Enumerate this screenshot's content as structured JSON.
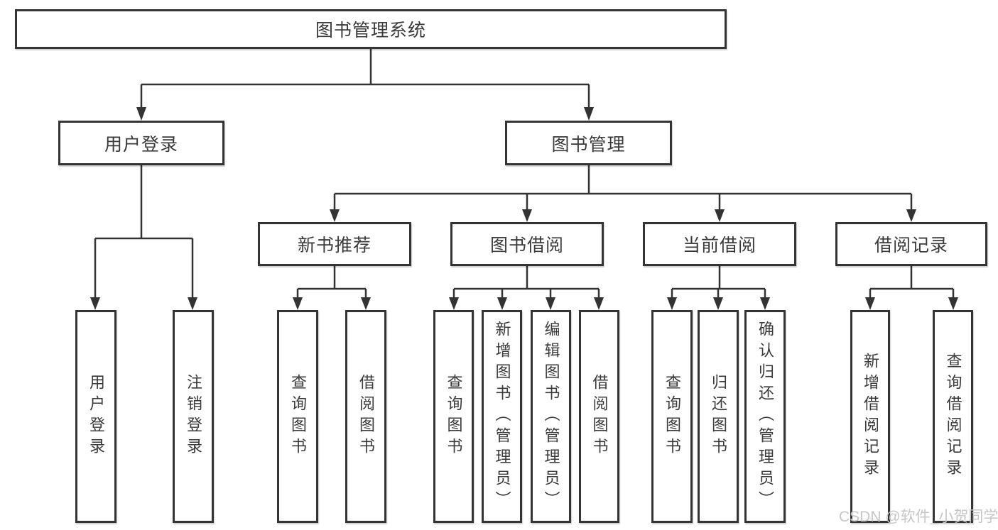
{
  "diagram": {
    "root": {
      "label": "图书管理系统"
    },
    "user_branch": {
      "label": "用户登录",
      "children": [
        "用户登录",
        "注销登录"
      ]
    },
    "book_branch": {
      "label": "图书管理",
      "groups": [
        {
          "label": "新书推荐",
          "children": [
            "查询图书",
            "借阅图书"
          ]
        },
        {
          "label": "图书借阅",
          "children": [
            "查询图书",
            "新增图书（管理员）",
            "编辑图书（管理员）",
            "借阅图书"
          ]
        },
        {
          "label": "当前借阅",
          "children": [
            "查询图书",
            "归还图书",
            "确认归还（管理员）"
          ]
        },
        {
          "label": "借阅记录",
          "children": [
            "新增借阅记录",
            "查询借阅记录"
          ]
        }
      ]
    }
  },
  "watermark": {
    "text": "CSDN @软件_小贺同学"
  },
  "colors": {
    "line": "#333333",
    "box_border": "#343434",
    "text": "#3a3a3a",
    "watermark": "#c6c6c6",
    "background": "#ffffff"
  }
}
